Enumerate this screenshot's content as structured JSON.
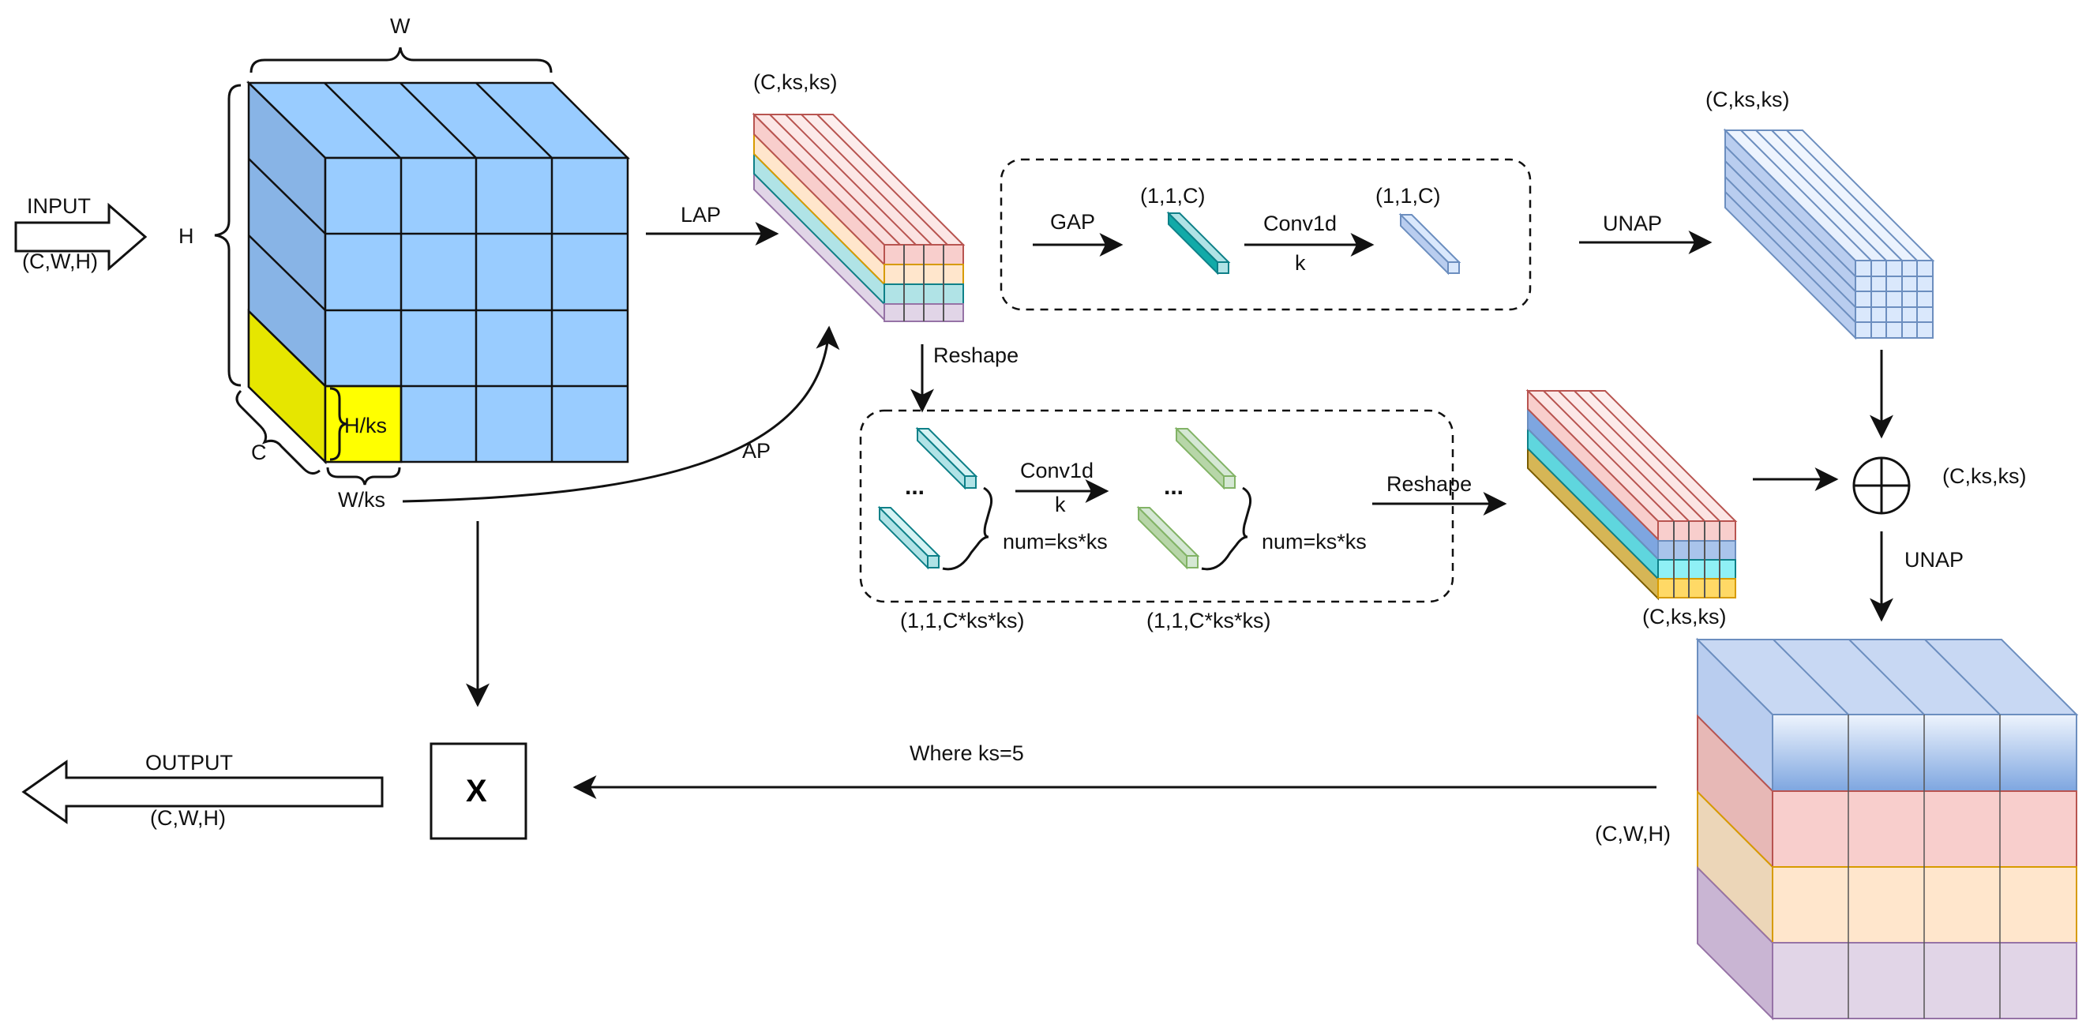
{
  "labels": {
    "input": "INPUT",
    "input_shape": "(C,W,H)",
    "w": "W",
    "h": "H",
    "c": "C",
    "h_ks": "H/ks",
    "w_ks": "W/ks",
    "lap": "LAP",
    "ap": "AP",
    "lap_shape": "(C,ks,ks)",
    "gap": "GAP",
    "gap_shape": "(1,1,C)",
    "conv_top": "Conv1d",
    "conv_top_k": "k",
    "conv_top_shape": "(1,1,C)",
    "unap_top": "UNAP",
    "unap_top_shape": "(C,ks,ks)",
    "reshape_down": "Reshape",
    "dots_left": "...",
    "dots_right": "...",
    "conv_mid": "Conv1d",
    "conv_mid_k": "k",
    "num_left": "num=ks*ks",
    "num_right": "num=ks*ks",
    "shape_left": "(1,1,C*ks*ks)",
    "shape_right": "(1,1,C*ks*ks)",
    "reshape_right": "Reshape",
    "reshape_shape": "(C,ks,ks)",
    "sum_shape": "(C,ks,ks)",
    "unap_bottom": "UNAP",
    "out_shape": "(C,W,H)",
    "where": "Where ks=5",
    "multiply": "X",
    "output": "OUTPUT",
    "output_shape": "(C,W,H)"
  },
  "colors": {
    "cube_blue": "#99ccff",
    "cube_blue_side": "#7fb1e6",
    "yellow": "#ffff00",
    "yellow_side": "#e6e600",
    "red": "#f8cecc",
    "red_stroke": "#b85450",
    "orange": "#ffe6cc",
    "orange_stroke": "#d79b00",
    "cyan": "#b0e3e6",
    "cyan_stroke": "#0e8088",
    "purple": "#e1d5e7",
    "purple_stroke": "#9673a6",
    "light_blue": "#dae8fc",
    "light_blue_stroke": "#6c8ebf",
    "green": "#d5e8d4",
    "green_stroke": "#82b366",
    "gold": "#f7d877"
  }
}
